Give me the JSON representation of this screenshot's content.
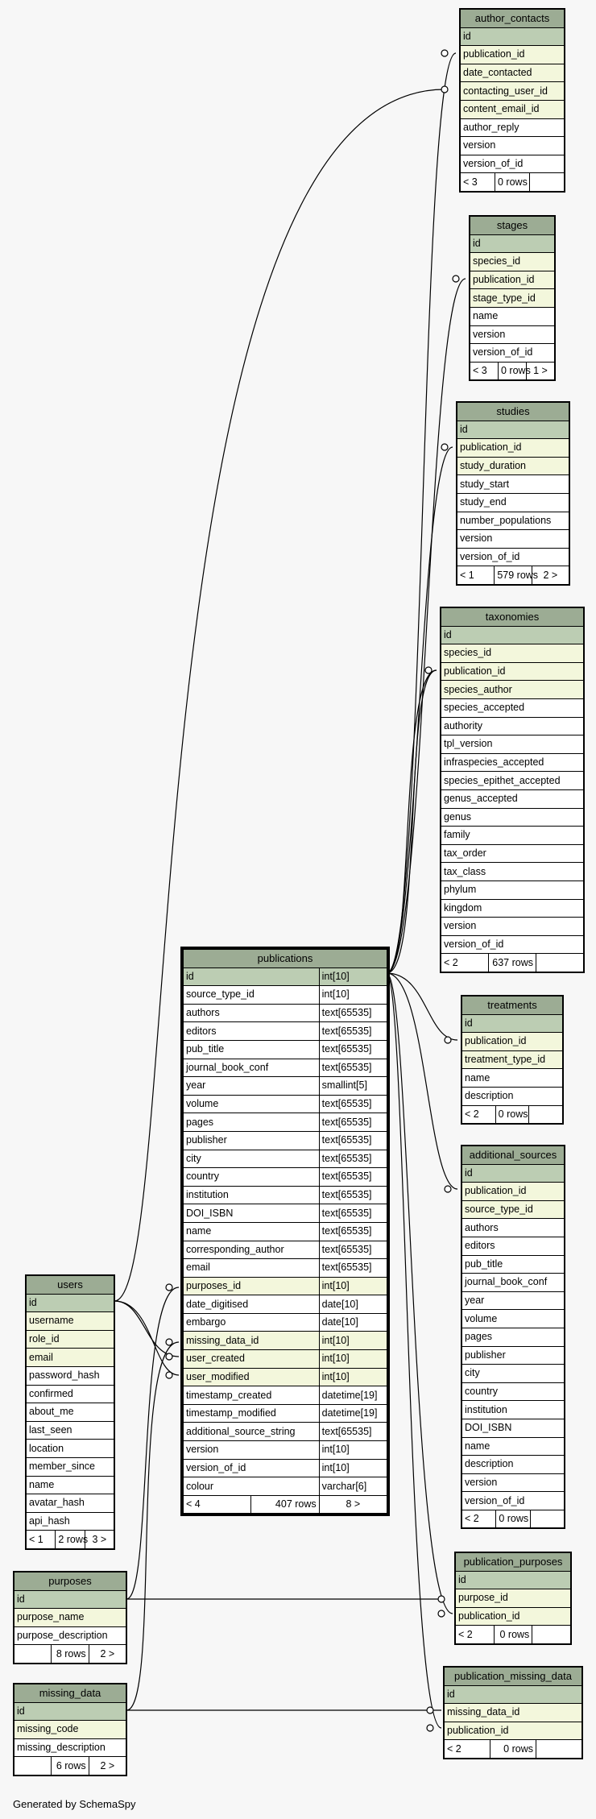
{
  "footer": "Generated by SchemaSpy",
  "tables": {
    "author_contacts": {
      "name": "author_contacts",
      "cols": [
        "id",
        "publication_id",
        "date_contacted",
        "contacting_user_id",
        "content_email_id",
        "author_reply",
        "version",
        "version_of_id"
      ],
      "foot": [
        "< 3",
        "0 rows",
        ""
      ]
    },
    "stages": {
      "name": "stages",
      "cols": [
        "id",
        "species_id",
        "publication_id",
        "stage_type_id",
        "name",
        "version",
        "version_of_id"
      ],
      "foot": [
        "< 3",
        "0 rows",
        "1 >"
      ]
    },
    "studies": {
      "name": "studies",
      "cols": [
        "id",
        "publication_id",
        "study_duration",
        "study_start",
        "study_end",
        "number_populations",
        "version",
        "version_of_id"
      ],
      "foot": [
        "< 1",
        "579 rows",
        "2 >"
      ]
    },
    "taxonomies": {
      "name": "taxonomies",
      "cols": [
        "id",
        "species_id",
        "publication_id",
        "species_author",
        "species_accepted",
        "authority",
        "tpl_version",
        "infraspecies_accepted",
        "species_epithet_accepted",
        "genus_accepted",
        "genus",
        "family",
        "tax_order",
        "tax_class",
        "phylum",
        "kingdom",
        "version",
        "version_of_id"
      ],
      "foot": [
        "< 2",
        "637 rows",
        ""
      ]
    },
    "publications": {
      "name": "publications",
      "cols": [
        "id",
        "source_type_id",
        "authors",
        "editors",
        "pub_title",
        "journal_book_conf",
        "year",
        "volume",
        "pages",
        "publisher",
        "city",
        "country",
        "institution",
        "DOI_ISBN",
        "name",
        "corresponding_author",
        "email",
        "purposes_id",
        "date_digitised",
        "embargo",
        "missing_data_id",
        "user_created",
        "user_modified",
        "timestamp_created",
        "timestamp_modified",
        "additional_source_string",
        "version",
        "version_of_id",
        "colour"
      ],
      "types": [
        "int[10]",
        "int[10]",
        "text[65535]",
        "text[65535]",
        "text[65535]",
        "text[65535]",
        "smallint[5]",
        "text[65535]",
        "text[65535]",
        "text[65535]",
        "text[65535]",
        "text[65535]",
        "text[65535]",
        "text[65535]",
        "text[65535]",
        "text[65535]",
        "text[65535]",
        "int[10]",
        "date[10]",
        "date[10]",
        "int[10]",
        "int[10]",
        "int[10]",
        "datetime[19]",
        "datetime[19]",
        "text[65535]",
        "int[10]",
        "int[10]",
        "varchar[6]"
      ],
      "foot": [
        "< 4",
        "407 rows",
        "8 >"
      ]
    },
    "treatments": {
      "name": "treatments",
      "cols": [
        "id",
        "publication_id",
        "treatment_type_id",
        "name",
        "description"
      ],
      "foot": [
        "< 2",
        "0 rows",
        ""
      ]
    },
    "additional_sources": {
      "name": "additional_sources",
      "cols": [
        "id",
        "publication_id",
        "source_type_id",
        "authors",
        "editors",
        "pub_title",
        "journal_book_conf",
        "year",
        "volume",
        "pages",
        "publisher",
        "city",
        "country",
        "institution",
        "DOI_ISBN",
        "name",
        "description",
        "version",
        "version_of_id"
      ],
      "foot": [
        "< 2",
        "0 rows",
        ""
      ]
    },
    "users": {
      "name": "users",
      "cols": [
        "id",
        "username",
        "role_id",
        "email",
        "password_hash",
        "confirmed",
        "about_me",
        "last_seen",
        "location",
        "member_since",
        "name",
        "avatar_hash",
        "api_hash"
      ],
      "foot": [
        "< 1",
        "2 rows",
        "3 >"
      ]
    },
    "purposes": {
      "name": "purposes",
      "cols": [
        "id",
        "purpose_name",
        "purpose_description"
      ],
      "foot": [
        "",
        "8 rows",
        "2 >"
      ]
    },
    "missing_data": {
      "name": "missing_data",
      "cols": [
        "id",
        "missing_code",
        "missing_description"
      ],
      "foot": [
        "",
        "6 rows",
        "2 >"
      ]
    },
    "publication_purposes": {
      "name": "publication_purposes",
      "cols": [
        "id",
        "purpose_id",
        "publication_id"
      ],
      "foot": [
        "< 2",
        "0 rows",
        ""
      ]
    },
    "publication_missing_data": {
      "name": "publication_missing_data",
      "cols": [
        "id",
        "missing_data_id",
        "publication_id"
      ],
      "foot": [
        "< 2",
        "0 rows",
        ""
      ]
    }
  }
}
